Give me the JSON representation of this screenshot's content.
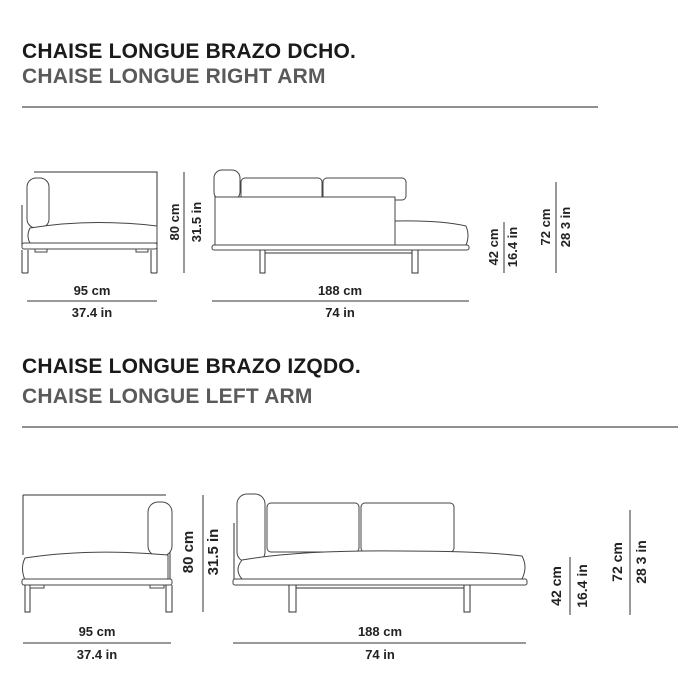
{
  "sections": [
    {
      "title": "CHAISE LONGUE BRAZO DCHO.",
      "subtitle": "CHAISE LONGUE RIGHT ARM",
      "side": {
        "height_cm": "80 cm",
        "height_in": "31.5 in",
        "width_cm": "95 cm",
        "width_in": "37.4 in"
      },
      "front": {
        "width_cm": "188 cm",
        "width_in": "74 in",
        "seat_cm": "42 cm",
        "seat_in": "16.4 in",
        "arm_cm": "72 cm",
        "arm_in": "28 3 in"
      }
    },
    {
      "title": "CHAISE LONGUE BRAZO IZQDO.",
      "subtitle": "CHAISE LONGUE LEFT ARM",
      "side": {
        "height_cm": "80 cm",
        "height_in": "31.5 in",
        "width_cm": "95 cm",
        "width_in": "37.4 in"
      },
      "front": {
        "width_cm": "188 cm",
        "width_in": "74 in",
        "seat_cm": "42 cm",
        "seat_in": "16.4 in",
        "arm_cm": "72 cm",
        "arm_in": "28 3 in"
      }
    }
  ]
}
